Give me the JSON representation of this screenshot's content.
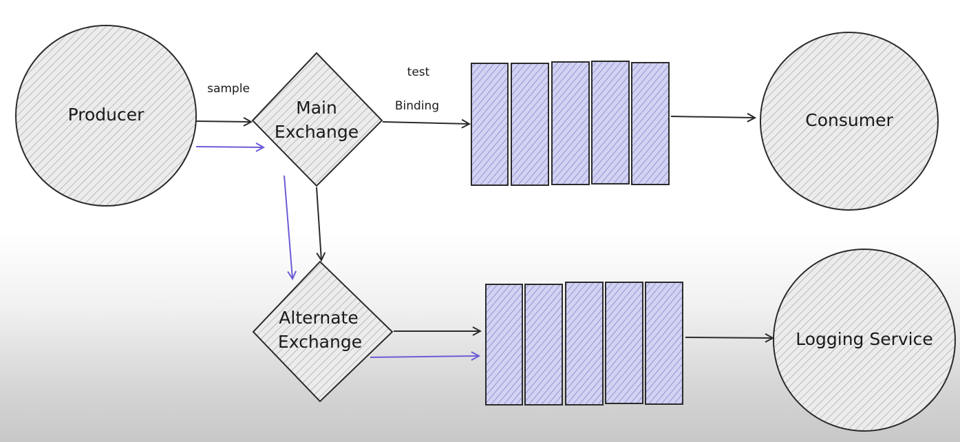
{
  "nodes": {
    "producer": {
      "label": "Producer"
    },
    "main_exchange": {
      "label_line1": "Main",
      "label_line2": "Exchange"
    },
    "alternate_exchange": {
      "label_line1": "Alternate",
      "label_line2": "Exchange"
    },
    "consumer": {
      "label": "Consumer"
    },
    "logging_service": {
      "label": "Logging Service"
    },
    "queue_main": {
      "segments": 5
    },
    "queue_alternate": {
      "segments": 5
    }
  },
  "edges": {
    "producer_to_main": {
      "label": "sample"
    },
    "main_to_queue": {
      "label_line1": "test",
      "label_line2": "Binding"
    }
  },
  "colors": {
    "outline": "#2a2a2a",
    "hatch": "#9a9a9a",
    "circle_fill": "#e6e6e6",
    "queue_fill": "#c8c8ef",
    "queue_hatch": "#7b7bc4",
    "purple_arrow": "#6a5cd6"
  }
}
